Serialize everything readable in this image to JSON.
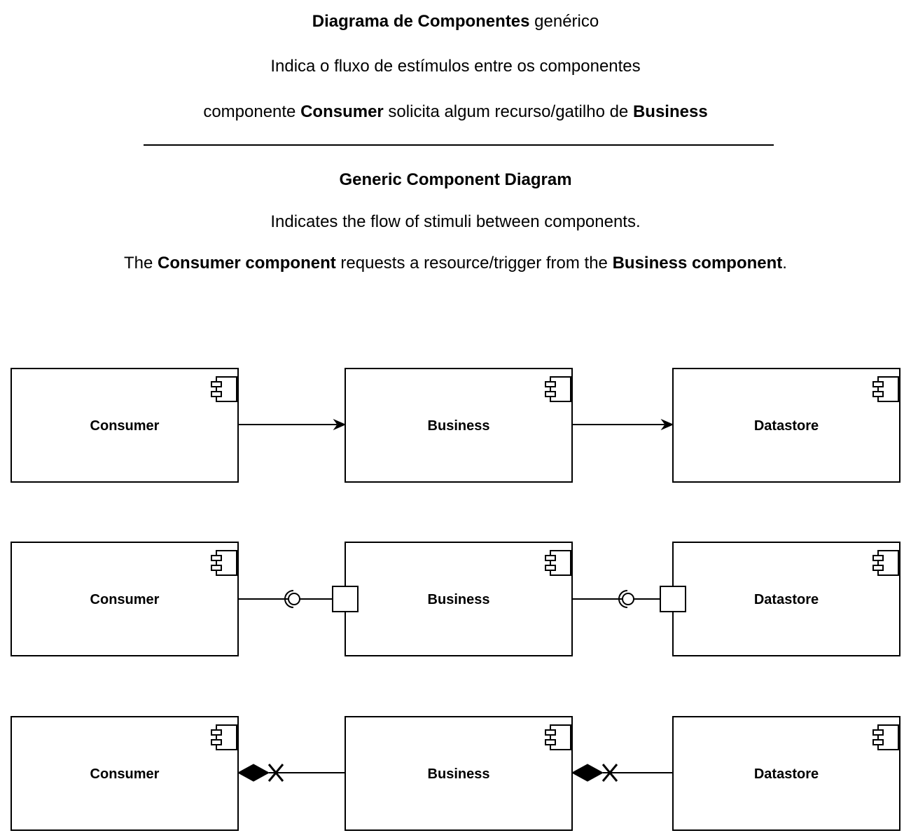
{
  "header": {
    "pt_title_bold": "Diagrama de Componentes",
    "pt_title_rest": " genérico",
    "pt_desc": "Indica o fluxo de estímulos entre os componentes",
    "pt_req_1": "componente ",
    "pt_req_2": "Consumer",
    "pt_req_3": " solicita algum recurso/gatilho de ",
    "pt_req_4": "Business",
    "en_title": "Generic Component Diagram",
    "en_desc": "Indicates the flow of stimuli between components.",
    "en_req_1": "The ",
    "en_req_2": "Consumer component",
    "en_req_3": " requests a resource/trigger from the ",
    "en_req_4": "Business component",
    "en_req_5": "."
  },
  "diagram": {
    "rows": [
      {
        "connector": "directed-arrow",
        "components": [
          "Consumer",
          "Business",
          "Datastore"
        ]
      },
      {
        "connector": "provided-required-interface",
        "components": [
          "Consumer",
          "Business",
          "Datastore"
        ]
      },
      {
        "connector": "composition-non-navigable",
        "components": [
          "Consumer",
          "Business",
          "Datastore"
        ]
      }
    ],
    "icon": "uml-component-icon"
  }
}
